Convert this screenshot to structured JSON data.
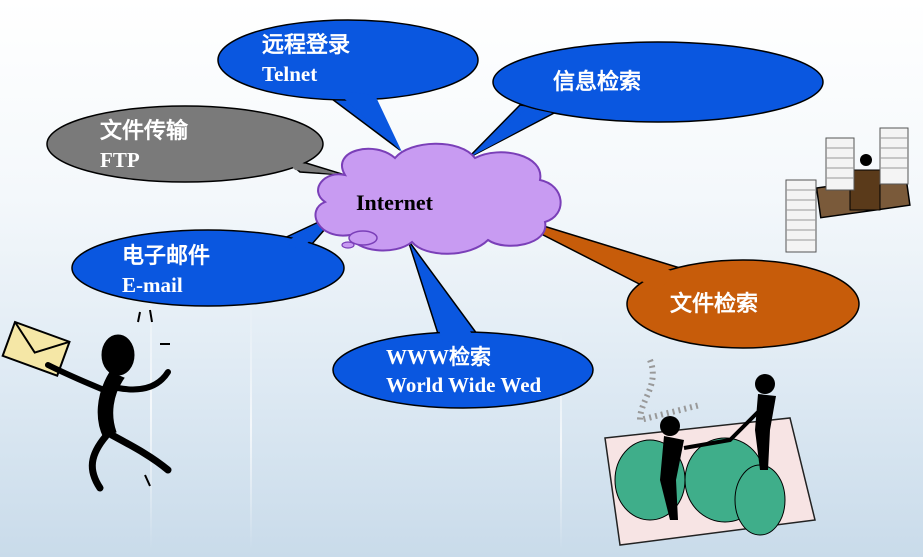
{
  "center": {
    "label": "Internet",
    "color": "#c89bf2"
  },
  "bubbles": {
    "telnet": {
      "line1": "远程登录",
      "line2": "Telnet",
      "color": "#0a57e0"
    },
    "info": {
      "line1": "信息检索",
      "color": "#0a57e0"
    },
    "ftp": {
      "line1": "文件传输",
      "line2": "FTP",
      "color": "#7a7a7a"
    },
    "email": {
      "line1": "电子邮件",
      "line2": "E-mail",
      "color": "#0a57e0"
    },
    "file": {
      "line1": "文件检索",
      "color": "#c75c0a"
    },
    "www": {
      "line1": "WWW检索",
      "line2": "World Wide Wed",
      "color": "#0a57e0"
    }
  },
  "illustrations": [
    {
      "icon": "person-with-envelope-icon"
    },
    {
      "icon": "office-paper-stacks-icon"
    },
    {
      "icon": "people-on-world-map-icon"
    }
  ]
}
